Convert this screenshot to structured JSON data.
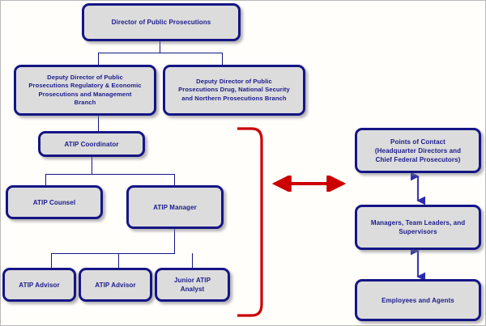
{
  "diagram": {
    "title": "ATIP organizational structure chart",
    "colors": {
      "box_fill": "#dcdcdc",
      "box_border": "#151585",
      "text": "#1a1a8c",
      "connector": "#151585",
      "accent_red": "#cc0000",
      "background": "#fffefb"
    },
    "nodes": {
      "director": "Director of Public Prosecutions",
      "deputy_regulatory": "Deputy Director of Public Prosecutions Regulatory & Economic Prosecutions and Management Branch",
      "deputy_drug": "Deputy Director of Public Prosecutions Drug, National Security and Northern Prosecutions Branch",
      "atip_coordinator": "ATIP Coordinator",
      "atip_counsel": "ATIP Counsel",
      "atip_manager": "ATIP Manager",
      "atip_advisor_1": "ATIP Advisor",
      "atip_advisor_2": "ATIP Advisor",
      "junior_atip_analyst": "Junior ATIP Analyst",
      "points_of_contact": "Points of Contact (Headquarter Directors and Chief Federal Prosecutors)",
      "managers_team_leaders": "Managers, Team Leaders, and Supervisors",
      "employees_agents": "Employees and Agents"
    },
    "node_lines": {
      "deputy_regulatory": [
        "Deputy Director of Public",
        "Prosecutions Regulatory  & Economic",
        "Prosecutions and Management",
        "Branch"
      ],
      "deputy_drug": [
        "Deputy Director of Public",
        "Prosecutions Drug, National  Security",
        "and Northern Prosecutions Branch"
      ],
      "junior_atip_analyst": [
        "Junior ATIP",
        "Analyst"
      ],
      "points_of_contact": [
        "Points of Contact",
        "(Headquarter Directors and",
        "Chief Federal Prosecutors)"
      ],
      "managers_team_leaders": [
        "Managers, Team Leaders, and",
        "Supervisors"
      ]
    }
  }
}
